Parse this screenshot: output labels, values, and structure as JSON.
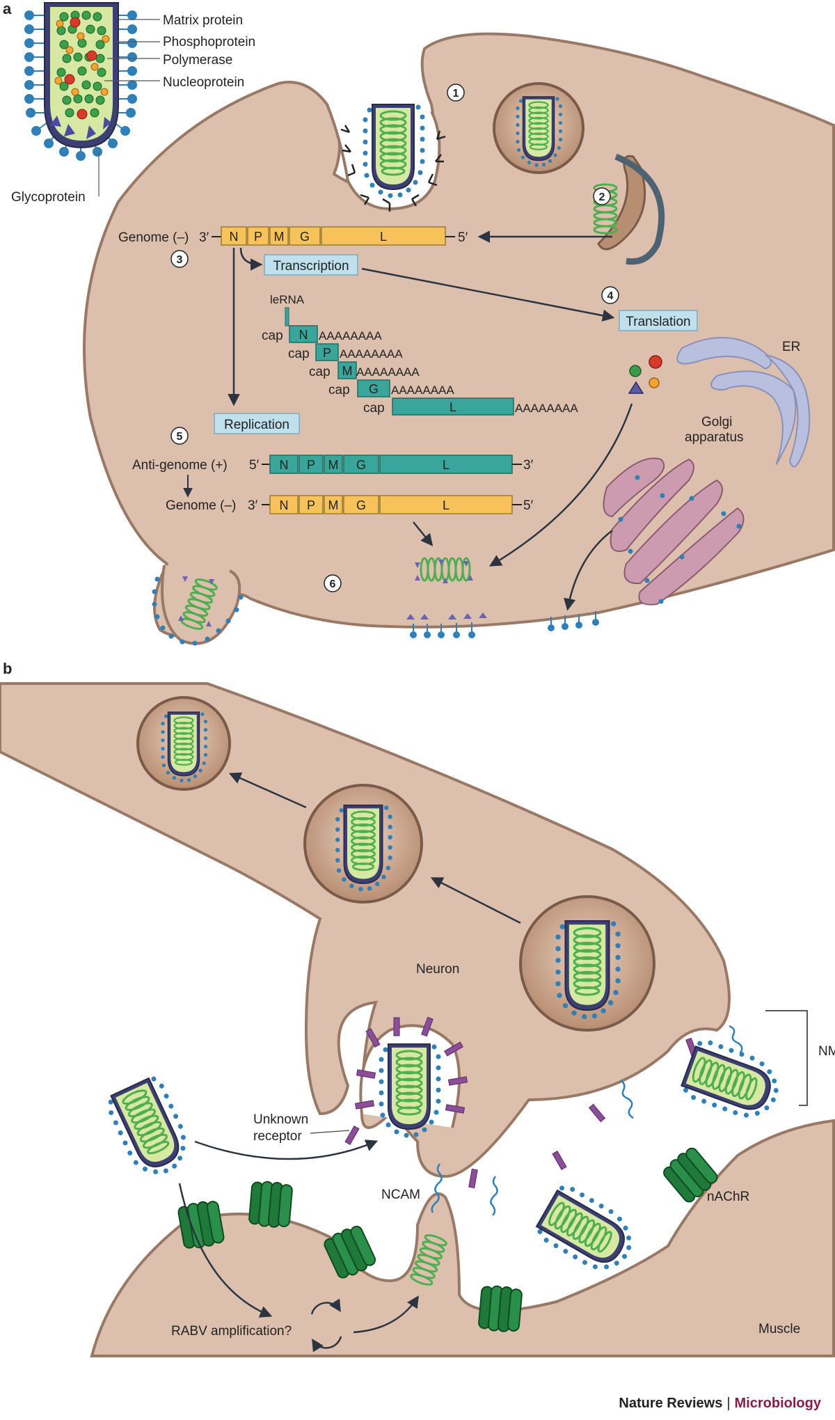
{
  "panels": {
    "a": "a",
    "b": "b"
  },
  "virion_labels": {
    "matrix": "Matrix protein",
    "phospho": "Phosphoprotein",
    "polymerase": "Polymerase",
    "nucleo": "Nucleoprotein",
    "glyco": "Glycoprotein"
  },
  "steps": [
    "1",
    "2",
    "3",
    "4",
    "5",
    "6"
  ],
  "genome_label": "Genome (–)",
  "antigenome_label": "Anti-genome (+)",
  "genome2_label": "Genome (–)",
  "ends": {
    "three": "3′",
    "five": "5′"
  },
  "genes": [
    "N",
    "P",
    "M",
    "G",
    "L"
  ],
  "transcription": "Transcription",
  "translation": "Translation",
  "replication": "Replication",
  "lerna": "leRNA",
  "cap": "cap",
  "polyA": "AAAAAAAA",
  "er": "ER",
  "golgi": [
    "Golgi",
    "apparatus"
  ],
  "neuron": "Neuron",
  "muscle": "Muscle",
  "nmj": "NMJ",
  "unknown_receptor": [
    "Unknown",
    "receptor"
  ],
  "ncam": "NCAM",
  "nachr": "nAChR",
  "amplification": "RABV amplification?",
  "footer": {
    "journal": "Nature Reviews",
    "separator": "|",
    "section": "Microbiology"
  },
  "colors": {
    "cell": "#dcc0ad",
    "membrane": "#9a7866",
    "genome_neg": "#f7c25a",
    "mrna": "#3aa59b",
    "box": "#bfe0ec",
    "er": "#b9bfde",
    "golgi": "#cc9bb0",
    "helix": "#5fbf5a",
    "glyco": "#2f7fb8",
    "matrix": "#5b5aa6",
    "receptor": "#8a4f98",
    "nachr": "#1f7a3a"
  }
}
